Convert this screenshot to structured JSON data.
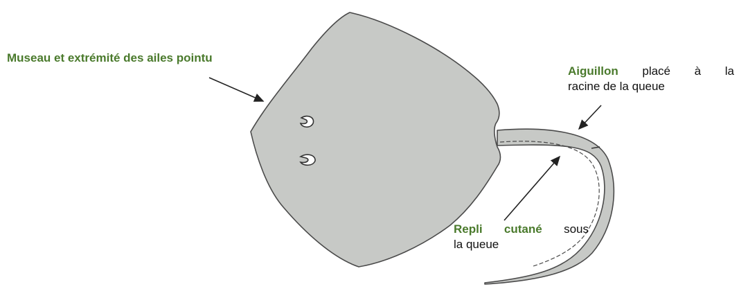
{
  "labels": {
    "museau": "Museau et extrémité des ailes pointu",
    "aiguillon": {
      "term": "Aiguillon",
      "w1": "placé",
      "w2": "à",
      "w3": "la",
      "line2": "racine de la queue"
    },
    "repli": {
      "term1": "Repli",
      "term2": "cutané",
      "w1": "sous",
      "line2": "la queue"
    }
  },
  "colors": {
    "body_fill": "#c7c9c6",
    "outline": "#4a4a4a",
    "label_green": "#4a7a2c",
    "text": "#111111"
  }
}
